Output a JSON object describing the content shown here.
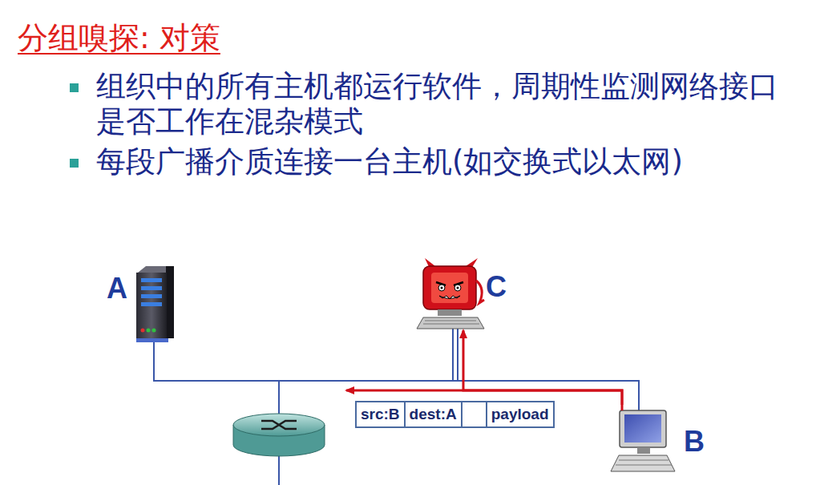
{
  "diagram": {
    "title": "分组嗅探: 对策",
    "nodes": [
      {
        "text": [
          "A"
        ]
      },
      {
        "text": [
          "C"
        ]
      },
      {
        "text": [
          "B"
        ]
      },
      {
        "text": [
          "src:B",
          "dest:A",
          "payload"
        ]
      }
    ],
    "edges": [
      {
        "from": 2,
        "to": 1,
        "arrow": "to"
      }
    ],
    "labels": [
      "组织中的所有主机都运行软件，周期性监测网络接口是否工作在混杂模式",
      "每段广播介质连接一台主机(如交换式以太网)"
    ]
  }
}
